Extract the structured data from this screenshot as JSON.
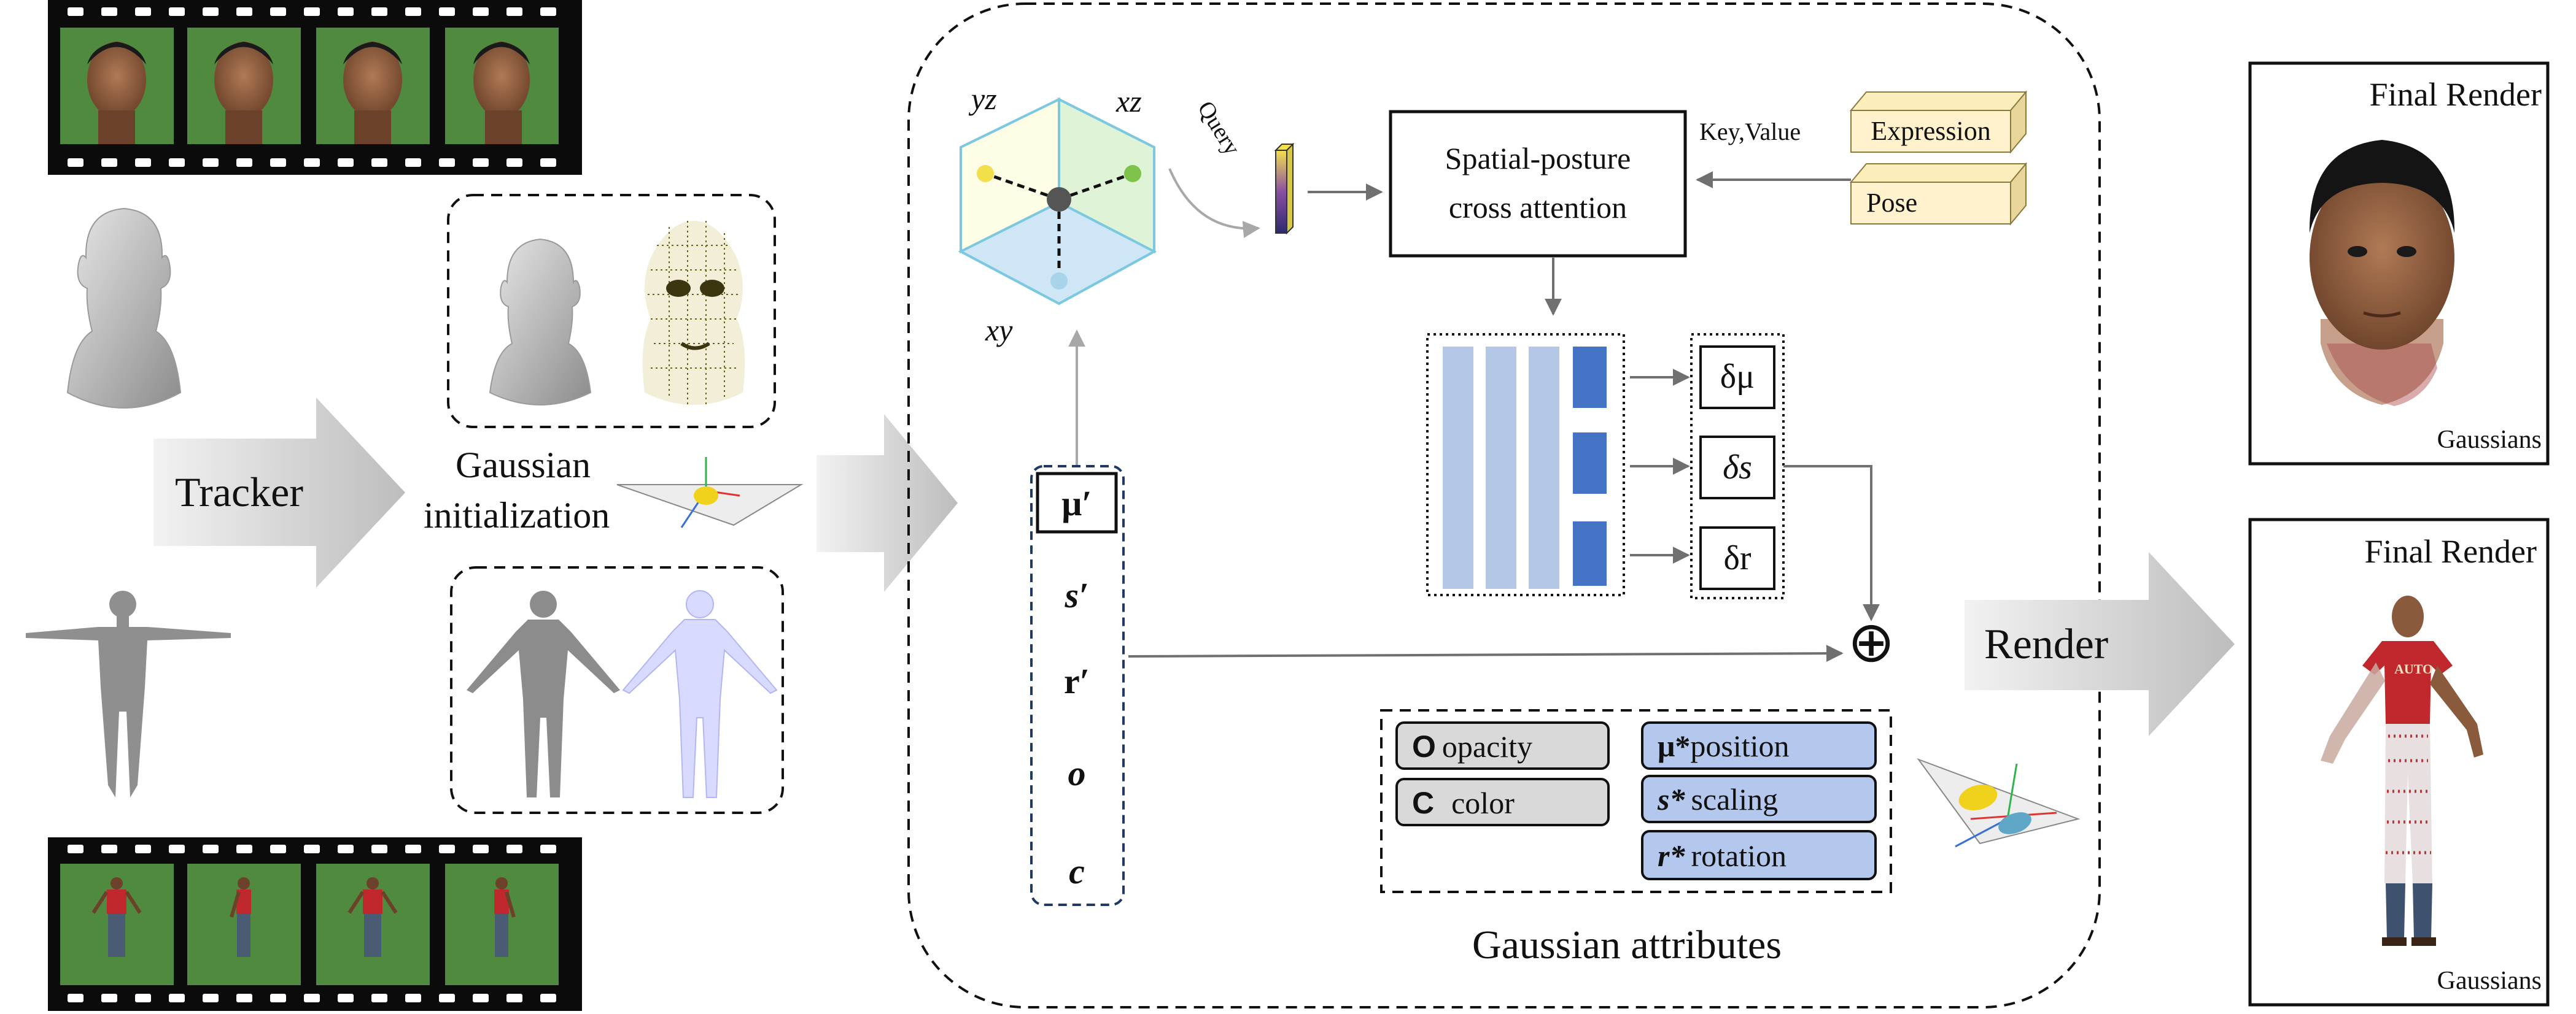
{
  "labels": {
    "tracker": "Tracker",
    "gaussian_init_line1": "Gaussian",
    "gaussian_init_line2": "initialization",
    "render": "Render",
    "final_render": "Final Render",
    "gaussians": "Gaussians",
    "gaussian_attributes": "Gaussian attributes",
    "query": "Query",
    "key_value": "Key,Value",
    "cross_attention_line1": "Spatial-posture",
    "cross_attention_line2": "cross attention",
    "expression": "Expression",
    "pose": "Pose",
    "plane_yz": "yz",
    "plane_xz": "xz",
    "plane_xy": "xy",
    "delta_mu": "δμ",
    "delta_s": "δs",
    "delta_r": "δr",
    "plus": "⊕"
  },
  "input_attributes": [
    "μ′",
    "s′",
    "r′",
    "o",
    "c"
  ],
  "output_attributes": {
    "left": [
      {
        "sym": "O",
        "text": "opacity"
      },
      {
        "sym": "C",
        "text": "color"
      }
    ],
    "right": [
      {
        "sym": "μ*",
        "text": "position"
      },
      {
        "sym": "s*",
        "text": "scaling"
      },
      {
        "sym": "r*",
        "text": "rotation"
      }
    ]
  },
  "colors": {
    "film": "#0b0b0b",
    "green_screen": "#4f8a3e",
    "attr_blue": "#b4c7ec",
    "attr_gray": "#d9d9d9",
    "feature_light": "#b4c7e7",
    "feature_dark": "#4472c4",
    "tag_fill": "#fff2cc",
    "arrow_gray": "#c8c8c8",
    "skin": "#8a5a3c",
    "shirt": "#c0282e"
  },
  "icons": [
    "film-strip-icon",
    "head-mesh-icon",
    "body-mesh-icon",
    "point-cloud-icon",
    "triplane-cube-icon",
    "query-token-icon",
    "gaussian-splat-icon",
    "plus-circle-icon"
  ]
}
